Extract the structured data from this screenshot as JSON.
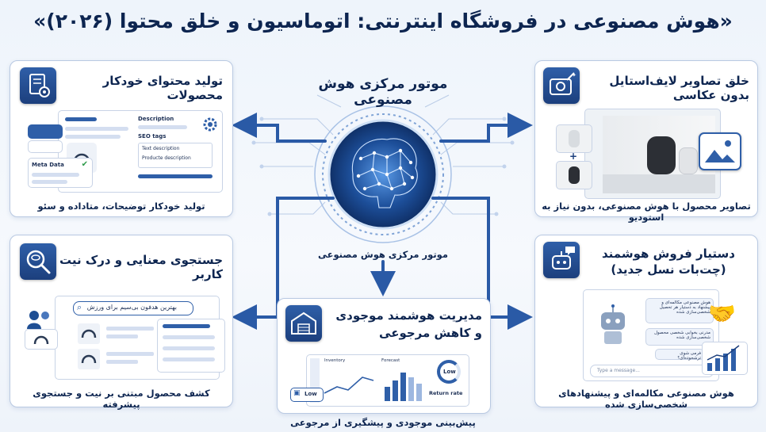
{
  "title": "«هوش مصنوعی در فروشگاه اینترنتی: اتوماسیون و خلق محتوا (۲۰۲۶)»",
  "center": {
    "title": "موتور مرکزی هوش مصنوعی",
    "label": "موتور مرکزی هوش مصنوعی"
  },
  "cards": {
    "content": {
      "title": "تولید محتوای خودکار محصولات",
      "caption": "تولید خودکار توضیحات، متاداده و سئو",
      "mock": {
        "description": "Description",
        "seo_tags": "SEO tags",
        "text_description": "Text description",
        "products_description": "Producte description",
        "meta_data": "Meta Data"
      }
    },
    "photo": {
      "title": "خلق تصاویر لایف‌استایل بدون عکاسی",
      "caption": "تصاویر محصول با هوش مصنوعی، بدون نیاز به استودیو",
      "plus": "+"
    },
    "search": {
      "title": "جستجوی معنایی و درک نیت کاربر",
      "caption": "کشف محصول مبتنی بر نیت و جستجوی پیشرفته",
      "query": "بهترین هدفون بی‌سیم برای ورزش"
    },
    "inventory": {
      "title": "مدیریت هوشمند موجودی و کاهش مرجوعی",
      "caption": "پیش‌بینی موجودی و پیشگیری از مرجوعی",
      "inventory_label": "Inventory",
      "forecast_label": "Forecast",
      "low_badge": "Low",
      "gauge_low": "Low",
      "return_rate": "Return rate"
    },
    "assistant": {
      "title": "دستیار فروش هوشمند",
      "subtitle": "(چت‌بات نسل جدید)",
      "caption": "هوش مصنوعی مکالمه‌ای و پیشنهادهای شخصی‌سازی شده",
      "bubble1": "هوش مصنوعی مکالمه‌ای و پیشنهاد به دستیار هر تحصیل شخصی‌سازی شده",
      "bubble2": "مدرنی بخوابی شخصی محصول شخصی‌سازی شده",
      "bubble3": "فرمی شوی ترشحوده‌ای؟",
      "input_placeholder": "Type a message..."
    }
  },
  "colors": {
    "primary": "#1f4f94",
    "connector": "#2a5aa6",
    "card_border": "#b9c9e2",
    "title": "#0d2550"
  }
}
